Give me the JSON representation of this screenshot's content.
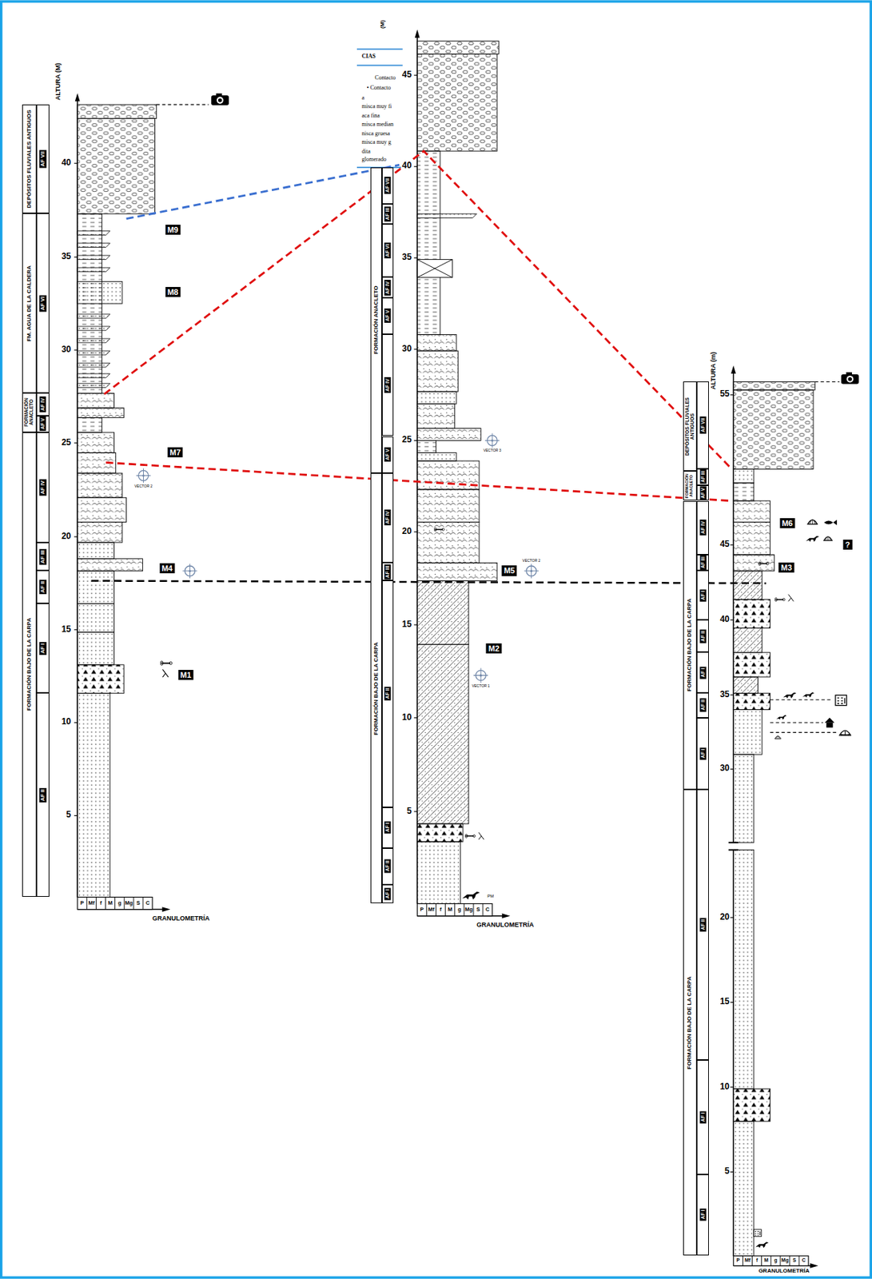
{
  "diagram": {
    "nodes": [
      {
        "text": [
          "DEPÓSITOS FLUVIALES ANTIGUOS"
        ]
      },
      {
        "text": [
          "FM. AGUA DE LA CALDERA"
        ]
      },
      {
        "text": [
          "FORMACIÓN ANACLETO"
        ]
      },
      {
        "text": [
          "FORMACIÓN BAJO DE LA CARPA"
        ]
      },
      {
        "text": [
          "AF VII"
        ]
      },
      {
        "text": [
          "AF VI"
        ]
      },
      {
        "text": [
          "AF IV"
        ]
      },
      {
        "text": [
          "AF V"
        ]
      },
      {
        "text": [
          "AF IV"
        ]
      },
      {
        "text": [
          "AF III"
        ]
      },
      {
        "text": [
          "AF II"
        ]
      },
      {
        "text": [
          "AF I"
        ]
      },
      {
        "text": [
          "AF II"
        ]
      },
      {
        "text": [
          "FORMACIÓN ANACLETO"
        ]
      },
      {
        "text": [
          "FORMACIÓN BAJO DE LA CARPA"
        ]
      },
      {
        "text": [
          "AF VII"
        ]
      },
      {
        "text": [
          "AF III"
        ]
      },
      {
        "text": [
          "AF VI"
        ]
      },
      {
        "text": [
          "AF IV"
        ]
      },
      {
        "text": [
          "AF V"
        ]
      },
      {
        "text": [
          "AF IV"
        ]
      },
      {
        "text": [
          "AF V"
        ]
      },
      {
        "text": [
          "AF IV"
        ]
      },
      {
        "text": [
          "AF III"
        ]
      },
      {
        "text": [
          "AF II"
        ]
      },
      {
        "text": [
          "AF I"
        ]
      },
      {
        "text": [
          "AF II"
        ]
      },
      {
        "text": [
          "AF I"
        ]
      },
      {
        "text": [
          "DEPÓSITOS FLUVIALES ANTIGUOS"
        ]
      },
      {
        "text": [
          "FORMACIÓN ANACLETO"
        ]
      },
      {
        "text": [
          "FORMACIÓN BAJO DE LA CARPA"
        ]
      },
      {
        "text": [
          "FORMACIÓN BAJO DE LA CARPA"
        ]
      },
      {
        "text": [
          "AF VII"
        ]
      },
      {
        "text": [
          "AF III"
        ]
      },
      {
        "text": [
          "AF V"
        ]
      },
      {
        "text": [
          "AF IV"
        ]
      },
      {
        "text": [
          "AF III"
        ]
      },
      {
        "text": [
          "AF I"
        ]
      },
      {
        "text": [
          "AF II"
        ]
      },
      {
        "text": [
          "AF I"
        ]
      },
      {
        "text": [
          "AF II"
        ]
      },
      {
        "text": [
          "AF I"
        ]
      },
      {
        "text": [
          "AF II"
        ]
      },
      {
        "text": [
          "AF I"
        ]
      },
      {
        "text": [
          "AF I"
        ]
      }
    ],
    "labels": [
      "ALTURA (M)",
      "5",
      "10",
      "15",
      "20",
      "25",
      "30",
      "35",
      "40",
      "M9",
      "M8",
      "VECTOR 2",
      "M7",
      "M4",
      "M1",
      "P",
      "Mf",
      "f",
      "M",
      "g",
      "Mg",
      "S",
      "C",
      "GRANULOMETRÍA",
      "(M)",
      "CIAS",
      "Contacto",
      "• Contacto",
      "a",
      "misca muy fi",
      "aca fina",
      "misca median",
      "nisca gruesa",
      "misca muy g",
      "dita",
      "glomerado",
      "5",
      "10",
      "15",
      "20",
      "25",
      "30",
      "35",
      "40",
      "45",
      "M5",
      "M2",
      "VECTOR 3",
      "VECTOR 2",
      "VECTOR 1",
      "PM",
      "P",
      "Mf",
      "f",
      "M",
      "g",
      "Mg",
      "S",
      "C",
      "GRANULOMETRÍA",
      "ALTURA (m)",
      "55",
      "45",
      "40",
      "35",
      "30",
      "20",
      "15",
      "10",
      "5",
      "M6",
      "?",
      "M3",
      "P",
      "Mf",
      "f",
      "M",
      "g",
      "Mg",
      "S",
      "C",
      "GRANULOMETRÍA"
    ]
  }
}
